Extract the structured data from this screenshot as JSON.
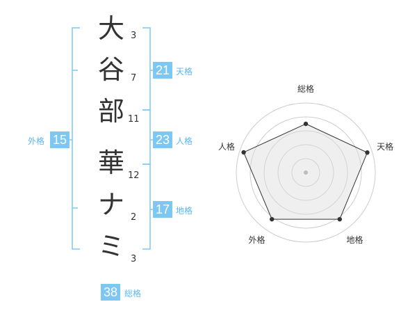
{
  "name": {
    "characters": [
      "大",
      "谷",
      "部",
      "華",
      "ナ",
      "ミ"
    ],
    "strokes": [
      "3",
      "7",
      "11",
      "12",
      "2",
      "3"
    ]
  },
  "scores": {
    "tenkaku": {
      "label": "天格",
      "value": "21"
    },
    "jinkaku": {
      "label": "人格",
      "value": "23"
    },
    "chikaku": {
      "label": "地格",
      "value": "17"
    },
    "gaikaku": {
      "label": "外格",
      "value": "15"
    },
    "soukaku": {
      "label": "総格",
      "value": "38"
    }
  },
  "radar": {
    "axes": [
      "総格",
      "天格",
      "地格",
      "外格",
      "人格"
    ],
    "levels": [
      0.7,
      0.93,
      0.83,
      0.83,
      0.94
    ],
    "colors": {
      "accent": "#7cc8f3",
      "fill": "#eeeeee",
      "line": "#333333",
      "ring": "#cccccc"
    }
  }
}
